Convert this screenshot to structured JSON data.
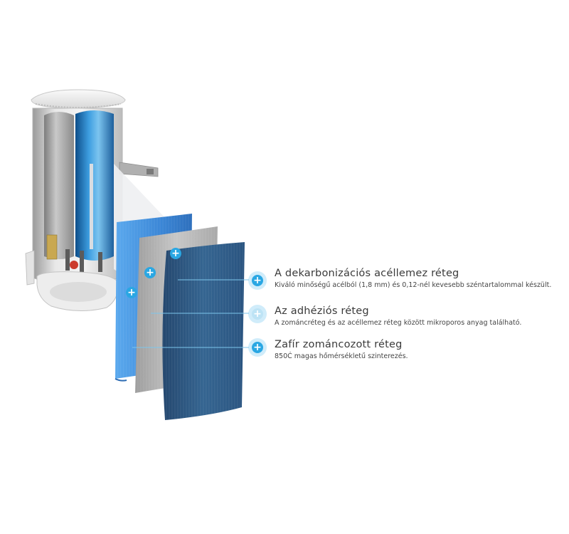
{
  "colors": {
    "accent": "#2aa7e3",
    "blue_layer": "#3e8fe0",
    "grey_layer": "#bdbdbd",
    "sapphire_layer": "#2f5e8e",
    "text": "#3a3a3a"
  },
  "icons": {
    "hotspot": "plus-circle-icon"
  },
  "labels": [
    {
      "title": "A dekarbonizációs acéllemez réteg",
      "description": "Kiváló minőségű acélból (1,8 mm) és 0,12-nél kevesebb széntartalommal készült."
    },
    {
      "title": "Az adhéziós réteg",
      "description": "A zománcréteg és az acéllemez réteg között mikroporos anyag található."
    },
    {
      "title": "Zafír zománcozott réteg",
      "description": "850Ċ magas hőmérsékletű szinterezés."
    }
  ],
  "hotspot_symbol": "+"
}
